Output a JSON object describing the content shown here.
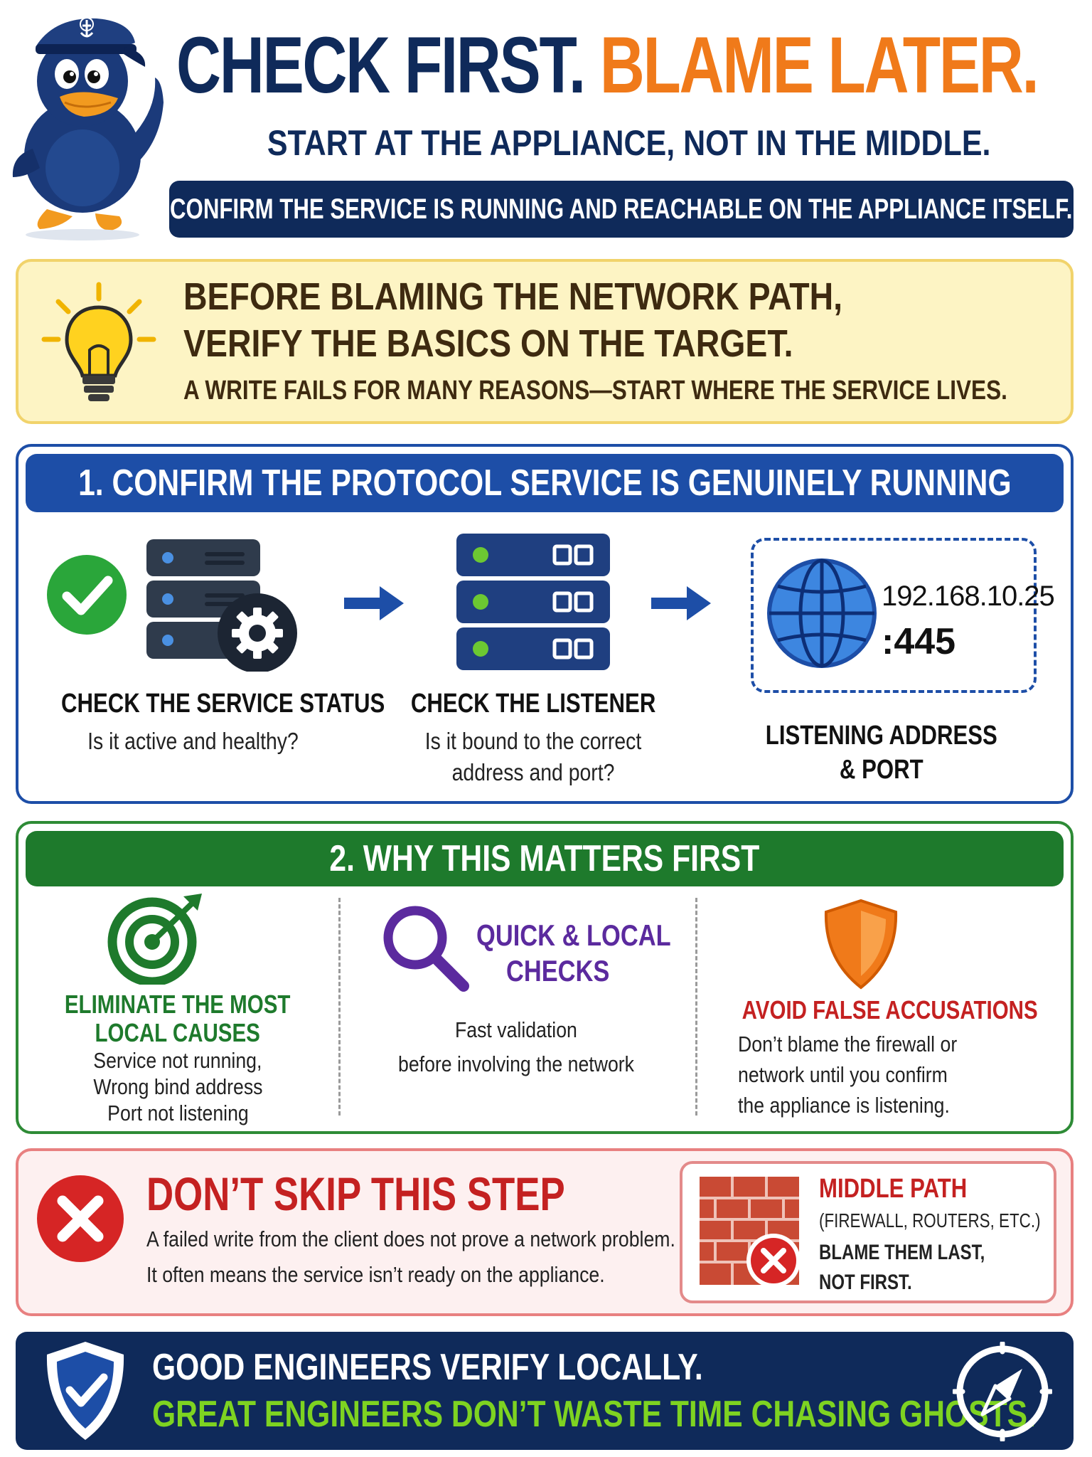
{
  "header": {
    "title_part1": "CHECK FIRST.",
    "title_part2": "BLAME LATER.",
    "subtitle": "START AT THE APPLIANCE, NOT IN THE MIDDLE.",
    "banner": "CONFIRM THE SERVICE IS RUNNING AND REACHABLE ON THE APPLIANCE ITSELF.",
    "mascot_icon": "sailor-duck-icon"
  },
  "tip": {
    "heading_line1": "BEFORE BLAMING THE NETWORK PATH,",
    "heading_line2": "VERIFY THE BASICS ON THE TARGET.",
    "subtext": "A WRITE FAILS FOR MANY REASONS—START WHERE THE SERVICE LIVES.",
    "icon": "lightbulb-icon"
  },
  "section1": {
    "title": "1. CONFIRM THE PROTOCOL SERVICE IS GENUINELY RUNNING",
    "steps": [
      {
        "heading": "CHECK THE SERVICE STATUS",
        "text_line1": "Is it active and healthy?",
        "icon": "server-gear-icon"
      },
      {
        "heading": "CHECK THE LISTENER",
        "text_line1": "Is it bound to the correct",
        "text_line2": "address and port?",
        "icon": "server-rack-icon"
      },
      {
        "heading_line1": "LISTENING ADDRESS",
        "heading_line2": "& PORT",
        "icon": "globe-icon"
      }
    ],
    "address": "192.168.10.25",
    "port": ":445"
  },
  "section2": {
    "title": "2. WHY THIS MATTERS FIRST",
    "cols": [
      {
        "heading_line1": "ELIMINATE THE MOST",
        "heading_line2": "LOCAL CAUSES",
        "lines": [
          "Service not running,",
          "Wrong bind address",
          "Port not listening"
        ],
        "icon": "target-icon",
        "color": "#1e7a2c"
      },
      {
        "heading_line1": "QUICK & LOCAL",
        "heading_line2": "CHECKS",
        "lines": [
          "Fast validation",
          "before involving the network"
        ],
        "icon": "magnifier-icon",
        "color": "#5b2a9e"
      },
      {
        "heading_line1": "AVOID FALSE ACCUSATIONS",
        "lines": [
          "Don’t blame the firewall or",
          "network until you confirm",
          "the appliance is listening."
        ],
        "icon": "shield-icon",
        "color": "#c42121"
      }
    ]
  },
  "section3": {
    "heading": "DON’T SKIP THIS STEP",
    "line1": "A failed write from the client does not prove a network problem.",
    "line2": "It often means the service isn’t ready on the appliance.",
    "middle": {
      "heading": "MIDDLE PATH",
      "line1": "(FIREWALL, ROUTERS, ETC.)",
      "line2": "BLAME THEM LAST,",
      "line3": "NOT FIRST.",
      "icon": "brick-wall-icon"
    }
  },
  "footer": {
    "line1": "GOOD ENGINEERS VERIFY LOCALLY.",
    "line2": "GREAT ENGINEERS DON’T WASTE TIME CHASING GHOSTS.",
    "left_icon": "shield-check-icon",
    "right_icon": "compass-icon"
  },
  "colors": {
    "navy": "#0f2a5a",
    "orange": "#f07a1a",
    "blue": "#1d4ea7",
    "green": "#1e7a2c",
    "red": "#c42121",
    "lime": "#7ed321"
  }
}
